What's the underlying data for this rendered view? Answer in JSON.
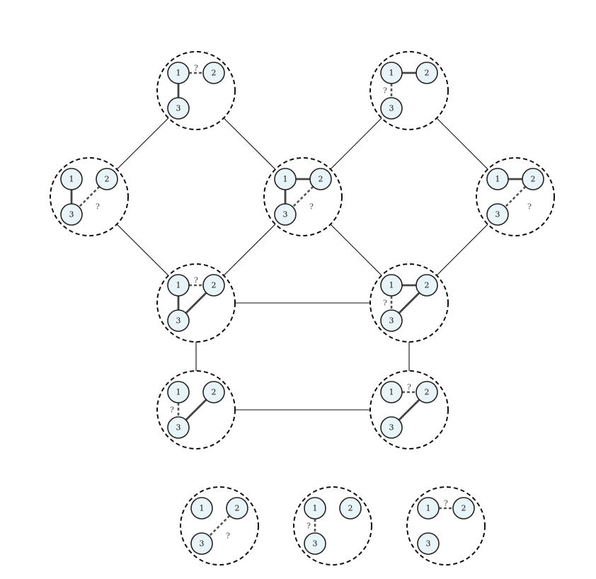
{
  "diagram": {
    "node_labels": [
      "1",
      "2",
      "3"
    ],
    "unknown_mark": "?",
    "groups": [
      {
        "id": "g1",
        "solid": [
          [
            1,
            3
          ]
        ],
        "dashed": [
          [
            1,
            2
          ]
        ]
      },
      {
        "id": "g2",
        "solid": [
          [
            1,
            2
          ]
        ],
        "dashed": [
          [
            1,
            3
          ]
        ]
      },
      {
        "id": "g3",
        "solid": [
          [
            1,
            3
          ]
        ],
        "dashed": [
          [
            2,
            3
          ]
        ]
      },
      {
        "id": "g4",
        "solid": [
          [
            1,
            2
          ],
          [
            1,
            3
          ]
        ],
        "dashed": [
          [
            2,
            3
          ]
        ]
      },
      {
        "id": "g5",
        "solid": [
          [
            1,
            2
          ]
        ],
        "dashed": [
          [
            2,
            3
          ]
        ]
      },
      {
        "id": "g6",
        "solid": [
          [
            1,
            3
          ],
          [
            2,
            3
          ]
        ],
        "dashed": [
          [
            1,
            2
          ]
        ]
      },
      {
        "id": "g7",
        "solid": [
          [
            1,
            2
          ],
          [
            2,
            3
          ]
        ],
        "dashed": [
          [
            1,
            3
          ]
        ]
      },
      {
        "id": "g8",
        "solid": [
          [
            2,
            3
          ]
        ],
        "dashed": [
          [
            1,
            3
          ]
        ]
      },
      {
        "id": "g9",
        "solid": [
          [
            2,
            3
          ]
        ],
        "dashed": [
          [
            1,
            2
          ]
        ]
      },
      {
        "id": "g10",
        "solid": [],
        "dashed": [
          [
            2,
            3
          ]
        ]
      },
      {
        "id": "g11",
        "solid": [],
        "dashed": [
          [
            1,
            3
          ]
        ]
      },
      {
        "id": "g12",
        "solid": [],
        "dashed": [
          [
            1,
            2
          ]
        ]
      }
    ],
    "links": [
      [
        "g1",
        "g3"
      ],
      [
        "g1",
        "g4"
      ],
      [
        "g2",
        "g4"
      ],
      [
        "g2",
        "g5"
      ],
      [
        "g3",
        "g6"
      ],
      [
        "g4",
        "g6"
      ],
      [
        "g4",
        "g7"
      ],
      [
        "g5",
        "g7"
      ],
      [
        "g6",
        "g7"
      ],
      [
        "g6",
        "g8"
      ],
      [
        "g7",
        "g9"
      ],
      [
        "g8",
        "g9"
      ]
    ]
  }
}
